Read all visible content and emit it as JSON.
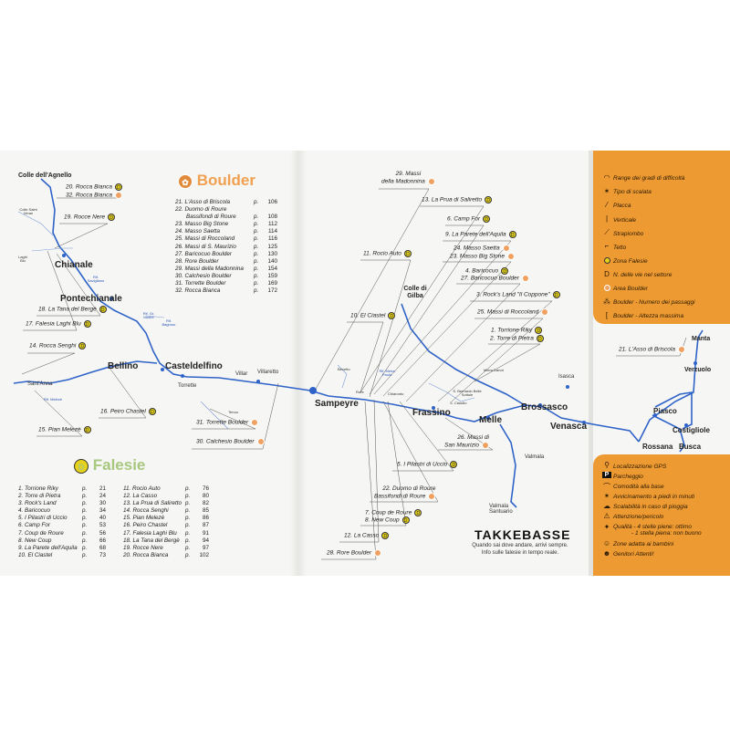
{
  "boulder": {
    "title": "Boulder",
    "items": [
      {
        "name": "21. L'Asso di Briscola",
        "p": "p.",
        "page": "106"
      },
      {
        "name": "22. Duomo di Roure",
        "p": "",
        "page": ""
      },
      {
        "name": "Bassifondi di Roure",
        "p": "p.",
        "page": "108"
      },
      {
        "name": "23. Masso Big Stone",
        "p": "p.",
        "page": "112"
      },
      {
        "name": "24. Masso Saetta",
        "p": "p.",
        "page": "114"
      },
      {
        "name": "25. Massi di Roccoland",
        "p": "p.",
        "page": "116"
      },
      {
        "name": "26. Massi di S. Maurizio",
        "p": "p.",
        "page": "125"
      },
      {
        "name": "27. Baricocuo Boulder",
        "p": "p.",
        "page": "130"
      },
      {
        "name": "28. Rore Boulder",
        "p": "p.",
        "page": "140"
      },
      {
        "name": "29. Massi della Madonnina",
        "p": "p.",
        "page": "154"
      },
      {
        "name": "30. Calchesio Boulder",
        "p": "p.",
        "page": "159"
      },
      {
        "name": "31. Torrette Boulder",
        "p": "p.",
        "page": "169"
      },
      {
        "name": "32. Rocca Bianca",
        "p": "p.",
        "page": "172"
      }
    ]
  },
  "falesie": {
    "title": "Falesie",
    "col1": [
      {
        "name": "1. Torrione Riky",
        "p": "p.",
        "page": "21"
      },
      {
        "name": "2. Torre di Pietra",
        "p": "p.",
        "page": "24"
      },
      {
        "name": "3. Rock's Land",
        "p": "p.",
        "page": "30"
      },
      {
        "name": "4.  Baricocuo",
        "p": "p.",
        "page": "34"
      },
      {
        "name": "5. I Pilastri di Uccio",
        "p": "p.",
        "page": "40"
      },
      {
        "name": "6. Camp For",
        "p": "p.",
        "page": "53"
      },
      {
        "name": "7. Coup de Roure",
        "p": "p.",
        "page": "56"
      },
      {
        "name": "8. New Coup",
        "p": "p.",
        "page": "66"
      },
      {
        "name": "9. La Parete dell'Aquila",
        "p": "p.",
        "page": "68"
      },
      {
        "name": "10. El Ciastel",
        "p": "p.",
        "page": "73"
      }
    ],
    "col2": [
      {
        "name": "11. Rocio Auto",
        "p": "p.",
        "page": "76"
      },
      {
        "name": "12. La Casso",
        "p": "p.",
        "page": "80"
      },
      {
        "name": "13. La Prua di Saliretto",
        "p": "p.",
        "page": "82"
      },
      {
        "name": "14. Rocca Senghi",
        "p": "p.",
        "page": "85"
      },
      {
        "name": "15. Pian Melezè",
        "p": "p.",
        "page": "86"
      },
      {
        "name": "16. Peiro Chastel",
        "p": "p.",
        "page": "87"
      },
      {
        "name": "17. Falesia Laghi Blu",
        "p": "p.",
        "page": "91"
      },
      {
        "name": "18. La Tana del Bergè",
        "p": "p.",
        "page": "94"
      },
      {
        "name": "19. Rocce Nere",
        "p": "p.",
        "page": "97"
      },
      {
        "name": "20. Rocca  Bianca",
        "p": "p.",
        "page": "102"
      }
    ]
  },
  "towns": [
    "Colle dell'Agnello",
    "Chianale",
    "Pontechianale",
    "Bellino",
    "Casteldelfino",
    "Villar",
    "Villaretto",
    "Torrette",
    "Sant'Anna",
    "Sampeyre",
    "Colle di Gilba",
    "Frassino",
    "Melle",
    "Brossasco",
    "Venasca",
    "Isasca",
    "Valmala",
    "Valmala Santuario",
    "Manta",
    "Verzuolo",
    "Piasco",
    "Costigliole",
    "Rossana",
    "Busca"
  ],
  "minor": [
    "Colle Saint Veran",
    "Laghi Blu",
    "Rif. Savigliano",
    "Rif. Gr. Martre",
    "Rif. Bagnour",
    "Rif. Melezè",
    "Tenou",
    "Becetto",
    "Rif. Meira Paula",
    "Rore",
    "Chiaronto",
    "Meira Danot",
    "S. Bernardo Belle Sottule",
    "S. Claudio"
  ],
  "sites": [
    "20. Rocca Bianca",
    "32. Rocca Bianca",
    "19. Rocce Nere",
    "18. La Tana del Bergè",
    "17. Falesia Laghi Blu",
    "14. Rocca Senghi",
    "15. Pian Melezè",
    "16. Peiro Chastel",
    "31. Torrette Boulder",
    "30. Calchesio Boulder",
    "29. Massi",
    "della Madonnina",
    "13. La Prua di Saliretto",
    "6. Camp For",
    "9. La Parete dell'Aquila",
    "24. Masso Saetta",
    "23. Masso Big Stone",
    "11. Rocio Auto",
    "4. Baricocuo",
    "27. Baricocuo Boulder",
    "3. Rock's Land \"Il Coppone\"",
    "10. El Ciastel",
    "25. Massi di Roccoland",
    "1. Torrione Riky",
    "2. Torre di Pietra",
    "26. Massi di",
    "San Maurizio",
    "5. I Pilastri di Uccio",
    "22. Duomo di Roure",
    "Bassifondi di Roure",
    "7. Coup de Roure",
    "8. New Coup",
    "12. La Casso",
    "28. Rore Boulder",
    "21. L'Asso di Briscola"
  ],
  "legend_top": [
    "Range dei gradi di difficoltà",
    "Tipo di scalata",
    "Placca",
    "Verticale",
    "Strapiombo",
    "Tetto",
    "Zona Falesie",
    "N. delle vie nel settore",
    "Area Boulder",
    "Boulder - Numero dei passaggi",
    "Boulder - Altezza massima"
  ],
  "legend_bottom": [
    "Localizzazione GPS",
    "Parcheggio",
    "Comodità alla base",
    "Avvicinamento a piedi in minuti",
    "Scalabilità in caso di pioggia",
    "Attenzione/pericolo",
    "Qualità -  4 stelle piene: ottimo",
    "- 1 stella piena: non buono",
    "Zone adatta ai bambini",
    "Genitori Attenti!"
  ],
  "brand": {
    "name": "TAKKEBASSE",
    "tagline1": "Quando sai dove andare, arrivi sempre.",
    "tagline2": "Info sulle falesie in tempo reale."
  },
  "colors": {
    "orange": "#ee9a33",
    "road": "#2f63c8",
    "falesia": "#e6d21a",
    "boulder": "#f0a060"
  }
}
